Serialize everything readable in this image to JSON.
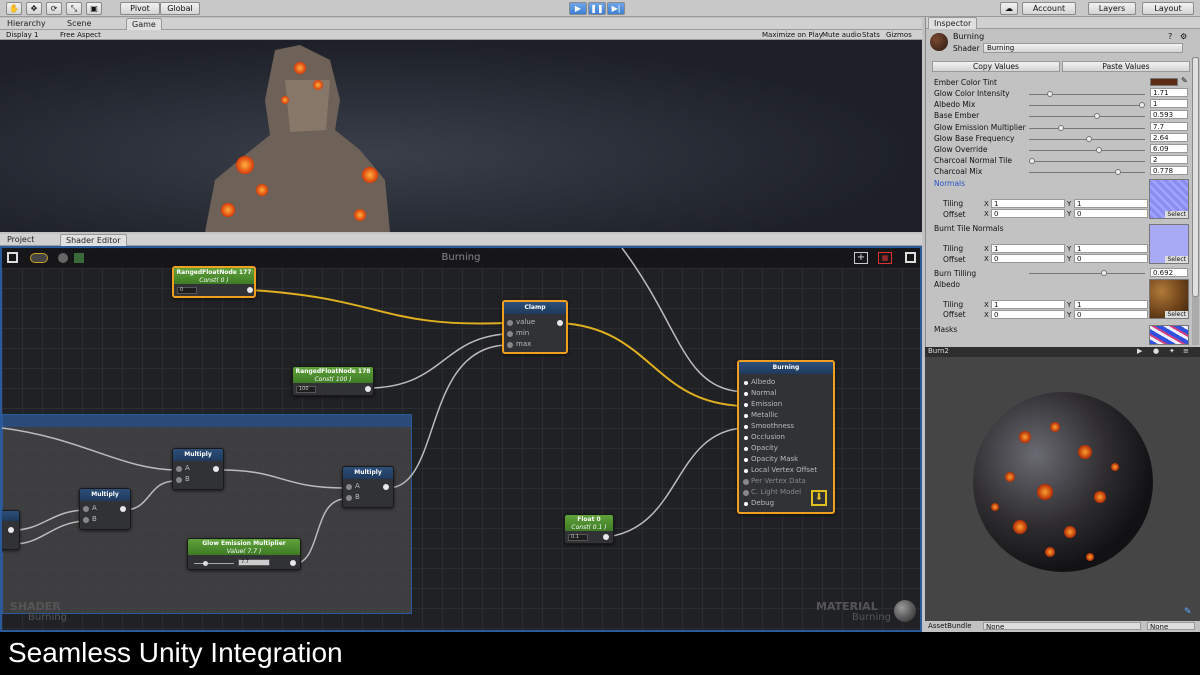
{
  "toolbar": {
    "pivot": "Pivot",
    "global": "Global",
    "account": "Account",
    "layers": "Layers",
    "layout": "Layout"
  },
  "scene_tabs": {
    "hierarchy": "Hierarchy",
    "scene": "Scene",
    "game": "Game"
  },
  "game_bar": {
    "display": "Display 1",
    "aspect": "Free Aspect",
    "maximize": "Maximize on Play",
    "mute": "Mute audio",
    "stats": "Stats",
    "gizmos": "Gizmos"
  },
  "lower_tabs": {
    "project": "Project",
    "shader_editor": "Shader Editor"
  },
  "graph": {
    "title": "Burning",
    "nodes": {
      "ranged177": {
        "title": "RangedFloatNode 177",
        "sub": "Const( 0 )",
        "value": "0"
      },
      "ranged178": {
        "title": "RangedFloatNode 178",
        "sub": "Const( 100 )",
        "value": "100"
      },
      "clamp": {
        "title": "Clamp",
        "ports": [
          "value",
          "min",
          "max"
        ]
      },
      "multiply1": {
        "title": "Multiply",
        "ports": [
          "A",
          "B"
        ]
      },
      "multiply2": {
        "title": "Multiply",
        "ports": [
          "A",
          "B"
        ]
      },
      "multiply3": {
        "title": "Multiply",
        "ports": [
          "A",
          "B"
        ]
      },
      "glow": {
        "title": "Glow Emission Multiplier",
        "sub": "Value( 7.7 )",
        "value": "7.7"
      },
      "float0": {
        "title": "Float 0",
        "sub": "Const( 0.1 )",
        "value": "0.1"
      },
      "output": {
        "title": "Burning",
        "ports": [
          "Albedo",
          "Normal",
          "Emission",
          "Metallic",
          "Smoothness",
          "Occlusion",
          "Opacity",
          "Opacity Mask",
          "Local Vertex Offset",
          "Per Vertex Data",
          "C. Light Model",
          "Debug"
        ]
      }
    },
    "shader_label": "SHADER",
    "shader_name": "Burning",
    "material_label": "MATERIAL",
    "material_name": "Burning"
  },
  "inspector": {
    "tab": "Inspector",
    "object": "Burning",
    "shader_label": "Shader",
    "shader_value": "Burning",
    "copy": "Copy Values",
    "paste": "Paste Values",
    "ember_color": {
      "label": "Ember Color Tint",
      "hex": "#5a2a12"
    },
    "props": [
      {
        "label": "Glow Color Intensity",
        "value": "1.71",
        "frac": 0.16
      },
      {
        "label": "Albedo Mix",
        "value": "1",
        "frac": 1.0
      },
      {
        "label": "Base Ember",
        "value": "0.593",
        "frac": 0.59
      },
      {
        "label": "Glow Emission Multiplier",
        "value": "7.7",
        "frac": 0.26
      },
      {
        "label": "Glow Base Frequency",
        "value": "2.64",
        "frac": 0.52
      },
      {
        "label": "Glow Override",
        "value": "6.09",
        "frac": 0.61
      },
      {
        "label": "Charcoal Normal Tile",
        "value": "2",
        "frac": 0.0
      },
      {
        "label": "Charcoal Mix",
        "value": "0.778",
        "frac": 0.78
      }
    ],
    "normals": {
      "label": "Normals",
      "tiling": "Tiling",
      "offset": "Offset",
      "tx": "1",
      "ty": "1",
      "ox": "0",
      "oy": "0",
      "select": "Select"
    },
    "burnt": {
      "label": "Burnt Tile Normals",
      "tiling": "Tiling",
      "offset": "Offset",
      "tx": "1",
      "ty": "1",
      "ox": "0",
      "oy": "0",
      "select": "Select"
    },
    "burn_tilling": {
      "label": "Burn Tilling",
      "value": "0.692",
      "frac": 0.65
    },
    "albedo": {
      "label": "Albedo",
      "tiling": "Tiling",
      "offset": "Offset",
      "tx": "1",
      "ty": "1",
      "ox": "0",
      "oy": "0",
      "select": "Select"
    },
    "masks": {
      "label": "Masks"
    },
    "x": "X",
    "y": "Y"
  },
  "preview": {
    "title": "Burn2",
    "assetbundle": "AssetBundle",
    "none1": "None",
    "none2": "None"
  },
  "caption": "Seamless Unity Integration"
}
